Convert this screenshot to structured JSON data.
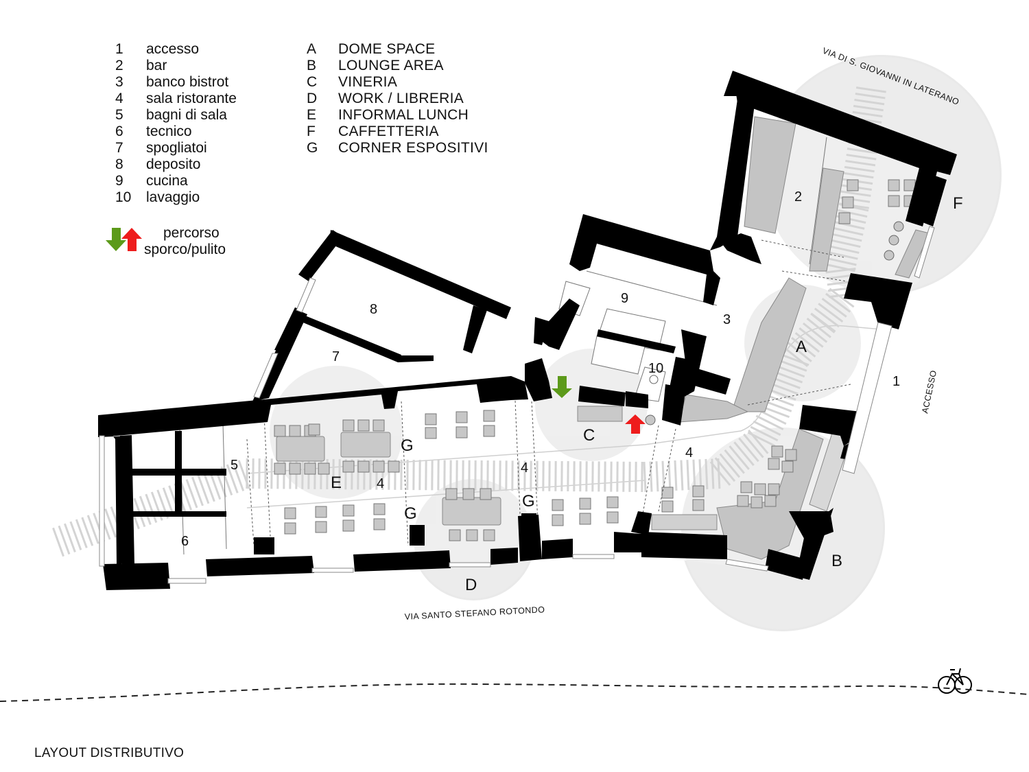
{
  "title": "LAYOUT DISTRIBUTIVO",
  "legend": {
    "rooms": [
      {
        "key": "1",
        "label": "accesso"
      },
      {
        "key": "2",
        "label": "bar"
      },
      {
        "key": "3",
        "label": "banco bistrot"
      },
      {
        "key": "4",
        "label": "sala ristorante"
      },
      {
        "key": "5",
        "label": "bagni di sala"
      },
      {
        "key": "6",
        "label": "tecnico"
      },
      {
        "key": "7",
        "label": "spogliatoi"
      },
      {
        "key": "8",
        "label": "deposito"
      },
      {
        "key": "9",
        "label": "cucina"
      },
      {
        "key": "10",
        "label": "lavaggio"
      }
    ],
    "zones": [
      {
        "key": "A",
        "label": "DOME SPACE"
      },
      {
        "key": "B",
        "label": "LOUNGE AREA"
      },
      {
        "key": "C",
        "label": "VINERIA"
      },
      {
        "key": "D",
        "label": "WORK / LIBRERIA"
      },
      {
        "key": "E",
        "label": "INFORMAL LUNCH"
      },
      {
        "key": "F",
        "label": "CAFFETTERIA"
      },
      {
        "key": "G",
        "label": "CORNER ESPOSITIVI"
      }
    ],
    "path": {
      "line1": "percorso",
      "line2": "sporco/pulito"
    }
  },
  "plan_labels": {
    "room_1": "1",
    "room_2": "2",
    "room_3": "3",
    "room_4a": "4",
    "room_4b": "4",
    "room_4c": "4",
    "room_5": "5",
    "room_6": "6",
    "room_7": "7",
    "room_8": "8",
    "room_9": "9",
    "room_10": "10",
    "zone_A": "A",
    "zone_B": "B",
    "zone_C": "C",
    "zone_D": "D",
    "zone_E": "E",
    "zone_F": "F",
    "zone_G1": "G",
    "zone_G2": "G",
    "zone_G3": "G"
  },
  "streets": {
    "north": "VIA DI S. GIOVANNI IN LATERANO",
    "south": "VIA SANTO STEFANO ROTONDO",
    "east": "ACCESSO"
  },
  "colors": {
    "wall": "#000000",
    "zone_circle": "#e8e8e8",
    "furniture": "#bdbdbd",
    "furniture_light": "#cfcfcf",
    "path_hatch": "#d6d6d6",
    "arrow_dirty": "#5c9a1a",
    "arrow_clean": "#ee1c1c"
  },
  "icons": [
    "arrow-down-icon",
    "arrow-up-icon",
    "bicycle-icon"
  ]
}
